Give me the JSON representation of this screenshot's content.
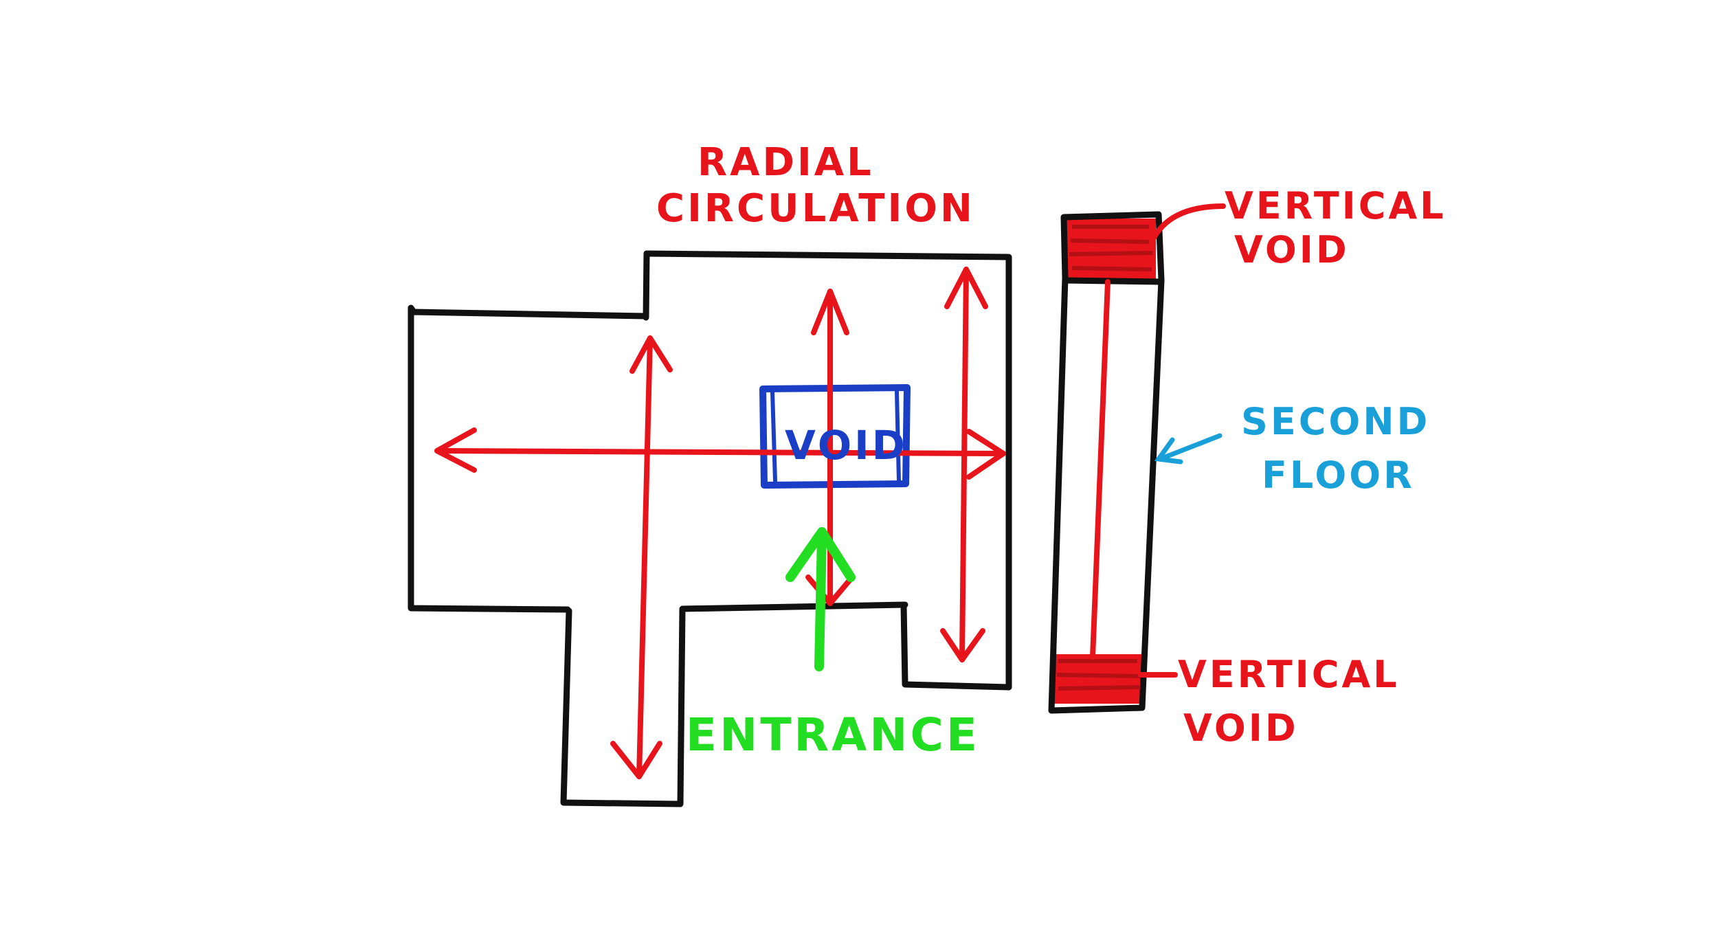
{
  "labels": {
    "radial_line1": "RADIAL",
    "radial_line2": "CIRCULATION",
    "void_center": "VOID",
    "entrance": "ENTRANCE",
    "vertical_top_line1": "VERTICAL",
    "vertical_top_line2": "VOID",
    "vertical_bottom_line1": "VERTICAL",
    "vertical_bottom_line2": "VOID",
    "second_line1": "SECOND",
    "second_line2": "FLOOR"
  },
  "colors": {
    "outline": "#111111",
    "circulation": "#e8141b",
    "void": "#1a3fc6",
    "entrance": "#22dd22",
    "floor_label": "#1aa0d8",
    "background": "#ffffff"
  }
}
